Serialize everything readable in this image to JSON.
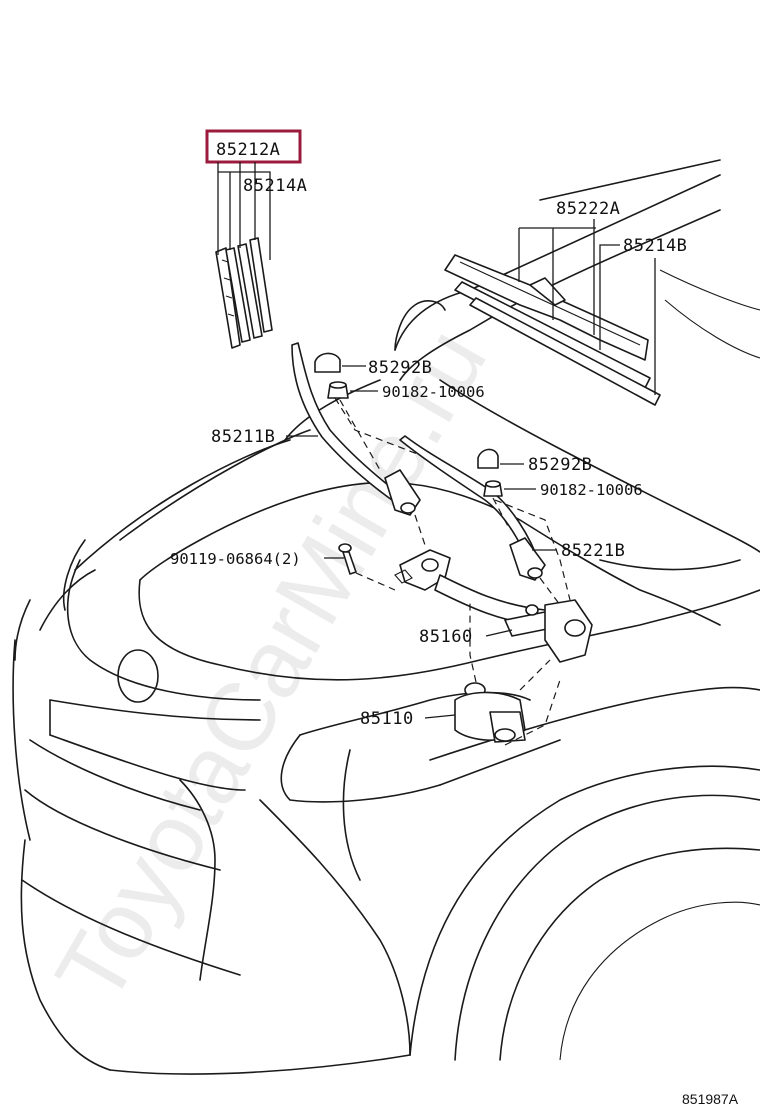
{
  "watermark": "ToyotaCarMine.ru",
  "highlight_color": "#9b1b3c",
  "figure_id": "851987A",
  "callouts": {
    "wiper_blade_left": "85212A",
    "blade_rubber_left": "85214A",
    "wiper_blade_right": "85222A",
    "blade_rubber_right": "85214B",
    "cap_upper": "85292B",
    "nut_upper": "90182-10006",
    "arm_left": "85211B",
    "cap_lower": "85292B",
    "nut_lower": "90182-10006",
    "bolt": "90119-06864(2)",
    "arm_right": "85221B",
    "link_assembly": "85160",
    "motor": "85110"
  }
}
